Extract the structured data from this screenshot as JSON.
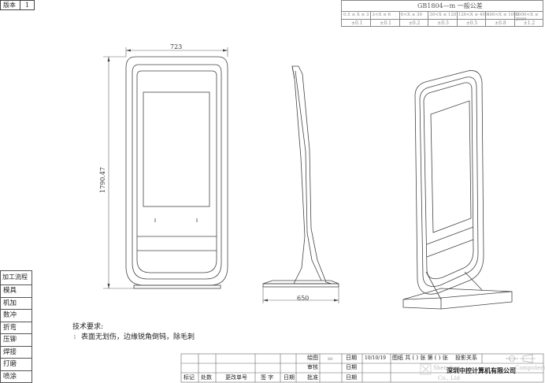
{
  "version": {
    "label": "版本",
    "value": "1"
  },
  "tolerance": {
    "title": "GB1804—m  一般公差",
    "ranges": [
      "0.5 ≤ X ≤ 3",
      "3<X ≤ 6",
      "6<X ≤ 30",
      "30<X ≤ 120",
      "120<X ≤ 400",
      "400<X ≤ 1000",
      "1000<X ≤ 2000"
    ],
    "values": [
      "±0.1",
      "±0.1",
      "±0.2",
      "±0.3",
      "±0.5",
      "±0.8",
      "±1.2"
    ]
  },
  "dimensions": {
    "width_front": "723",
    "height_front": "1790.47",
    "width_side": "650"
  },
  "process": {
    "title": "加工流程",
    "items": [
      "模具",
      "机加",
      "数冲",
      "折弯",
      "压铆",
      "焊接",
      "打磨",
      "喷涂"
    ]
  },
  "notes": {
    "title": "技术要求:",
    "bullet": "1",
    "text": "表面无划伤，边缘锐角倒钝，除毛刺"
  },
  "title_block": {
    "col_labels": [
      "标记",
      "处数",
      "更改单号",
      "签  字",
      "日期"
    ],
    "draw_label": "绘图",
    "draw_value": "se",
    "check_label": "审核",
    "approve_label": "批准",
    "date_label": "日期",
    "date_value": "10/10/19",
    "sheet_text": "图纸  共 (    ) 张 第 (    ) 张",
    "projection": "投影关系",
    "company": "深圳中控计算机有限公司",
    "company_en_line1": "Shenzhen",
    "company_en_line2": "Computers",
    "company_en_line3": "Co., Ltd"
  }
}
